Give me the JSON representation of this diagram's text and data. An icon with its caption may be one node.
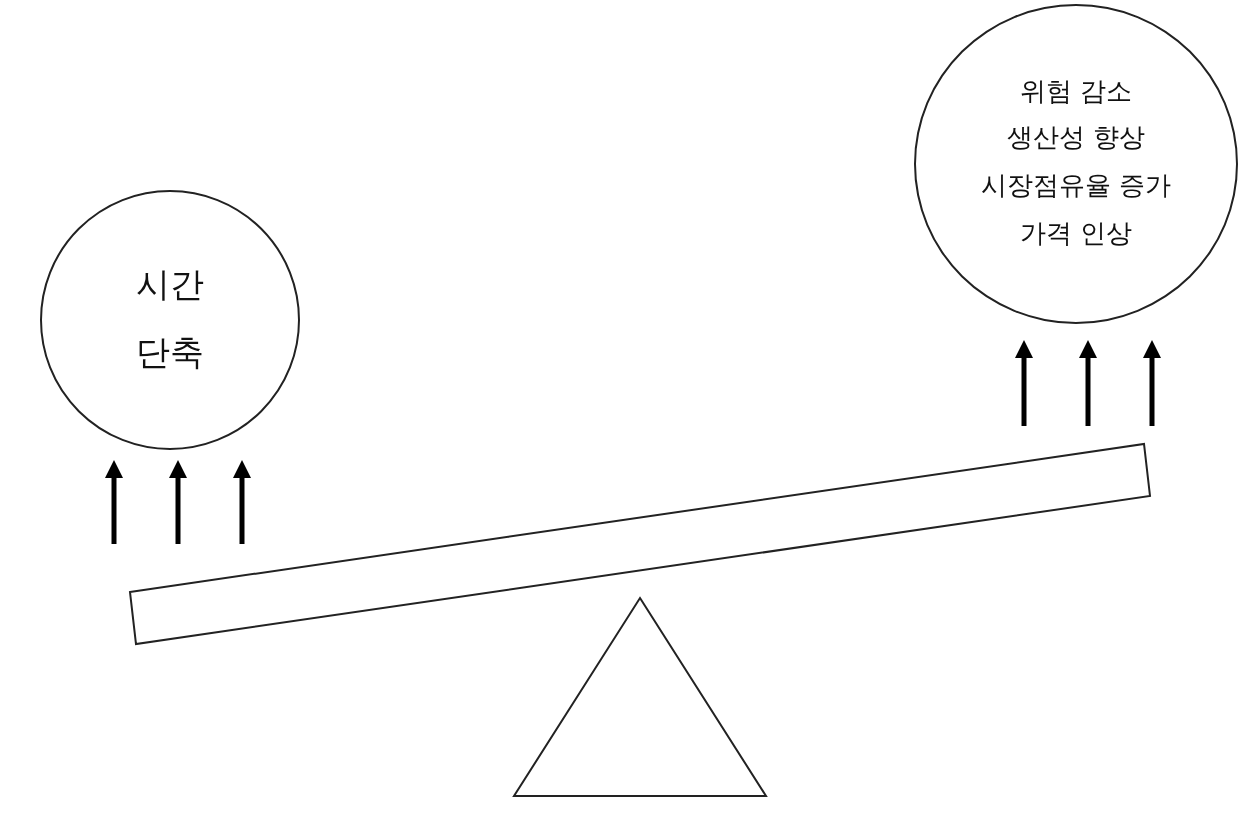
{
  "diagram": {
    "nodes": [
      {
        "text": [
          "시간 단축"
        ]
      },
      {
        "text": [
          "위험 감소",
          "생산성 향상",
          "시장점유율 증가",
          "가격 인상"
        ]
      }
    ],
    "edges": []
  }
}
